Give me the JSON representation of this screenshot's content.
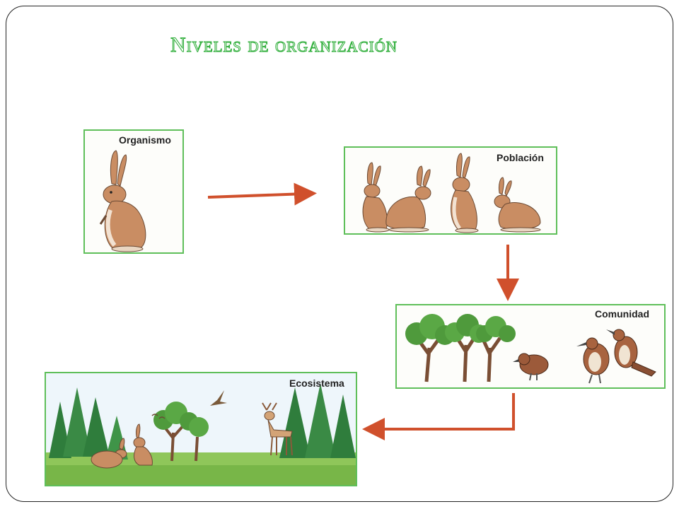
{
  "slide": {
    "title": "Niveles de organización"
  },
  "panels": {
    "organismo": {
      "label": "Organismo"
    },
    "poblacion": {
      "label": "Población"
    },
    "comunidad": {
      "label": "Comunidad"
    },
    "ecosistema": {
      "label": "Ecosistema"
    }
  },
  "colors": {
    "title": "#2fae3a",
    "panel_border": "#5fbf5a",
    "arrow": "#d0502c"
  },
  "icons": [
    "rabbit-icon",
    "tree-icon",
    "bird-icon",
    "deer-icon",
    "arrow-icon"
  ]
}
